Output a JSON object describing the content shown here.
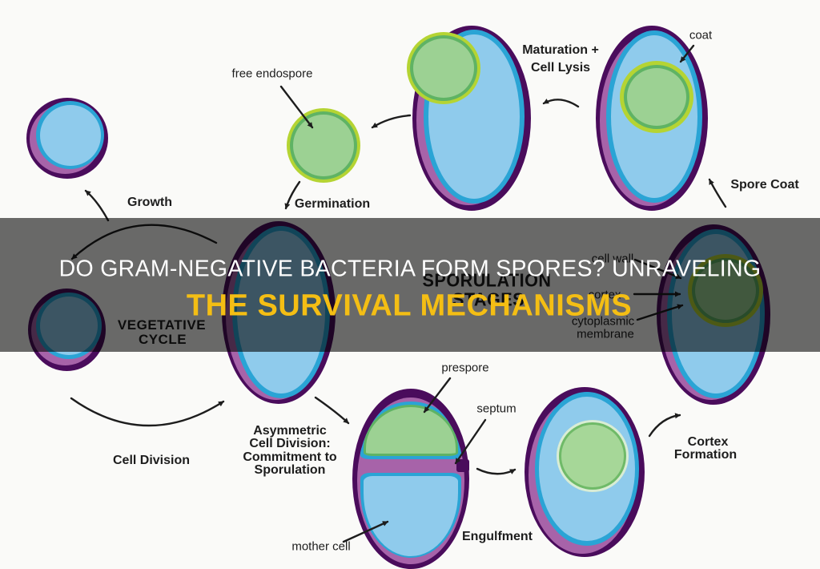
{
  "palette": {
    "purple_dark": "#4A0C5C",
    "magenta": "#A763A9",
    "cyan": "#2AA4D5",
    "blue_light": "#8FCBEC",
    "green_ring_yellow": "#B5D433",
    "green_mid": "#5FB364",
    "green_light": "#9CD193",
    "green_halo": "#D9EDD4",
    "green_engulf_ring": "#6FBA68",
    "green_engulf_fill": "#A6D798",
    "ink": "#1D1D1D",
    "banner_white": "#FFFFFF",
    "banner_yellow": "#F4BE14",
    "overlay": "rgba(0,0,0,0.58)"
  },
  "banner": {
    "line1": "DO GRAM-NEGATIVE BACTERIA FORM SPORES? UNRAVELING",
    "line2": "THE SURVIVAL MECHANISMS"
  },
  "background_title": {
    "line1": "SPORULATION",
    "line2": "STAGES"
  },
  "cycle": {
    "vegetative_line1": "VEGETATIVE",
    "vegetative_line2": "CYCLE",
    "growth": "Growth",
    "cell_division": "Cell Division"
  },
  "stages": {
    "germination": "Germination",
    "maturation_line1": "Maturation +",
    "maturation_line2": "Cell Lysis",
    "asym_line1": "Asymmetric",
    "asym_line2": "Cell Division:",
    "asym_line3": "Commitment to",
    "asym_line4": "Sporulation",
    "engulfment": "Engulfment",
    "cortex_formation_line1": "Cortex",
    "cortex_formation_line2": "Formation",
    "spore_coat": "Spore Coat"
  },
  "annotations": {
    "free_endospore": "free endospore",
    "coat": "coat",
    "cell_wall": "cell wall",
    "cortex": "cortex",
    "cytoplasmic_line1": "cytoplasmic",
    "cytoplasmic_line2": "membrane",
    "prespore": "prespore",
    "septum": "septum",
    "mother_cell": "mother cell"
  }
}
